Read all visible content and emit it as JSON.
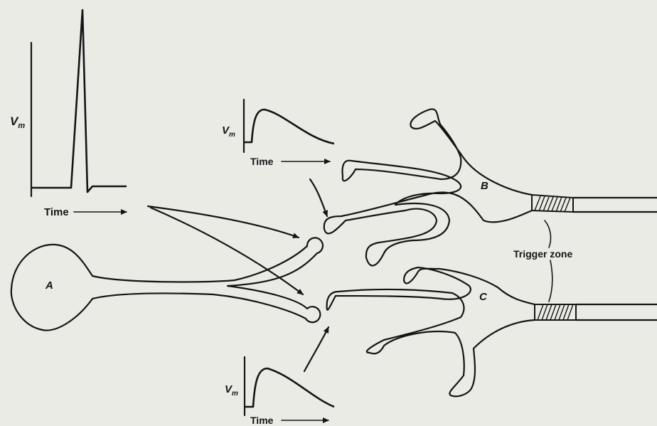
{
  "labels": {
    "neuron_a": "A",
    "neuron_b": "B",
    "neuron_c": "C",
    "trigger_zone": "Trigger zone"
  },
  "plots": {
    "action_potential": {
      "ylabel": "V",
      "ylabel_sub": "m",
      "xlabel": "Time"
    },
    "epsp_top": {
      "ylabel": "V",
      "ylabel_sub": "m",
      "xlabel": "Time"
    },
    "epsp_bottom": {
      "ylabel": "V",
      "ylabel_sub": "m",
      "xlabel": "Time"
    }
  }
}
